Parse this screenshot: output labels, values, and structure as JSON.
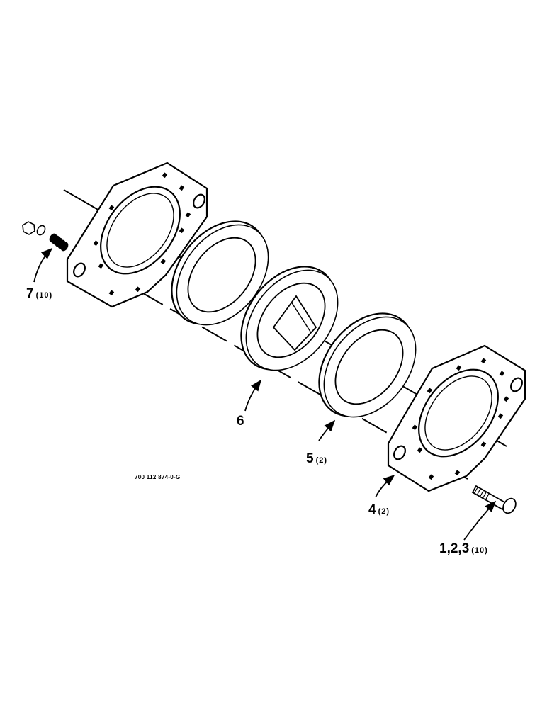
{
  "diagram": {
    "drawing_number": "700 112 874-0-G",
    "callouts": [
      {
        "id": "7",
        "number": "7",
        "qty": "(10)"
      },
      {
        "id": "6",
        "number": "6",
        "qty": ""
      },
      {
        "id": "5",
        "number": "5",
        "qty": "(2)"
      },
      {
        "id": "4",
        "number": "4",
        "qty": "(2)"
      },
      {
        "id": "123",
        "number": "1,2,3",
        "qty": "(10)"
      }
    ]
  }
}
